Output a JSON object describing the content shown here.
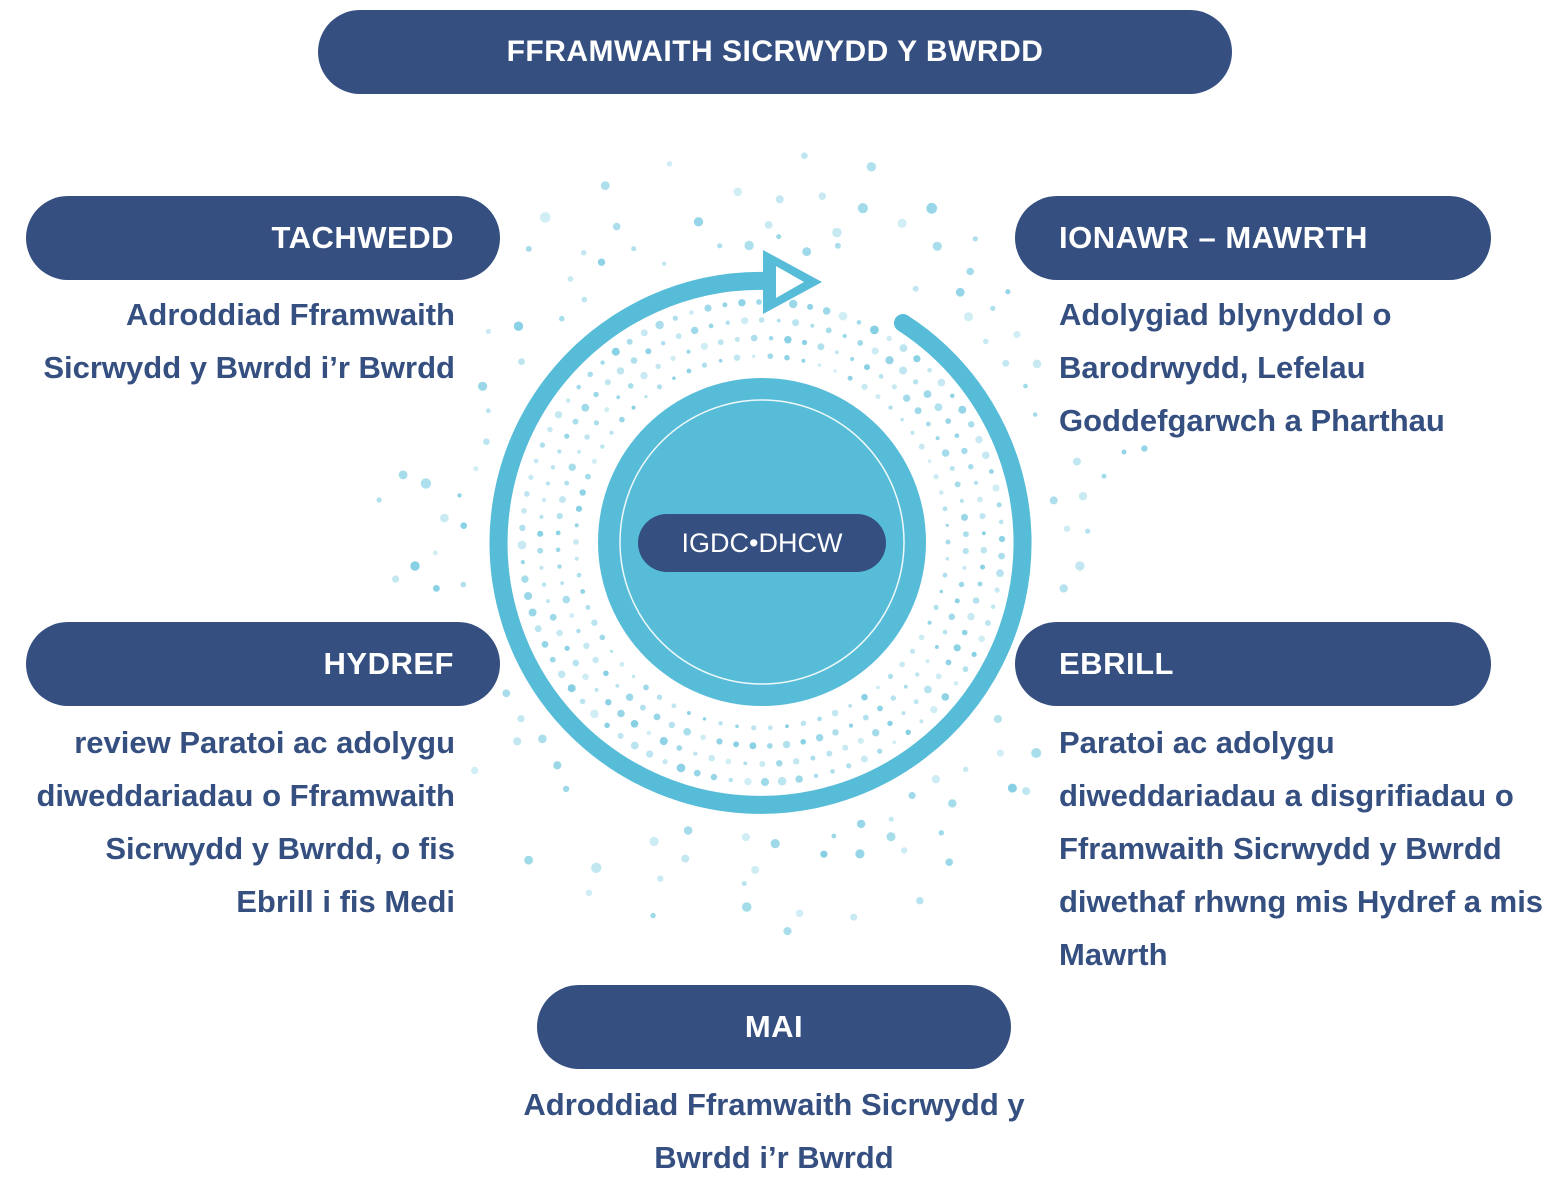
{
  "title": "FFRAMWAITH SICRWYDD Y BWRDD",
  "center_label": "IGDC•DHCW",
  "colors": {
    "navy": "#344f80",
    "accent": "#56bcd8",
    "dots": "#8fd3e6"
  },
  "stages": {
    "top_left": {
      "heading": "TACHWEDD",
      "text": "Adroddiad Fframwaith Sicrwydd y Bwrdd i’r Bwrdd"
    },
    "top_right": {
      "heading": "IONAWR – MAWRTH",
      "text": "Adolygiad blynyddol o Barodrwydd, Lefelau Goddefgarwch a Pharthau"
    },
    "middle_left": {
      "heading": "HYDREF",
      "text": "review Paratoi ac adolygu diweddariadau o Fframwaith Sicrwydd y Bwrdd, o fis Ebrill i fis Medi"
    },
    "middle_right": {
      "heading": "EBRILL",
      "text": "Paratoi ac adolygu diweddariadau a disgrifiadau o Fframwaith Sicrwydd y Bwrdd diwethaf rhwng mis Hydref a mis Mawrth"
    },
    "bottom": {
      "heading": "MAI",
      "text": "Adroddiad Fframwaith Sicrwydd y Bwrdd i’r Bwrdd"
    }
  }
}
